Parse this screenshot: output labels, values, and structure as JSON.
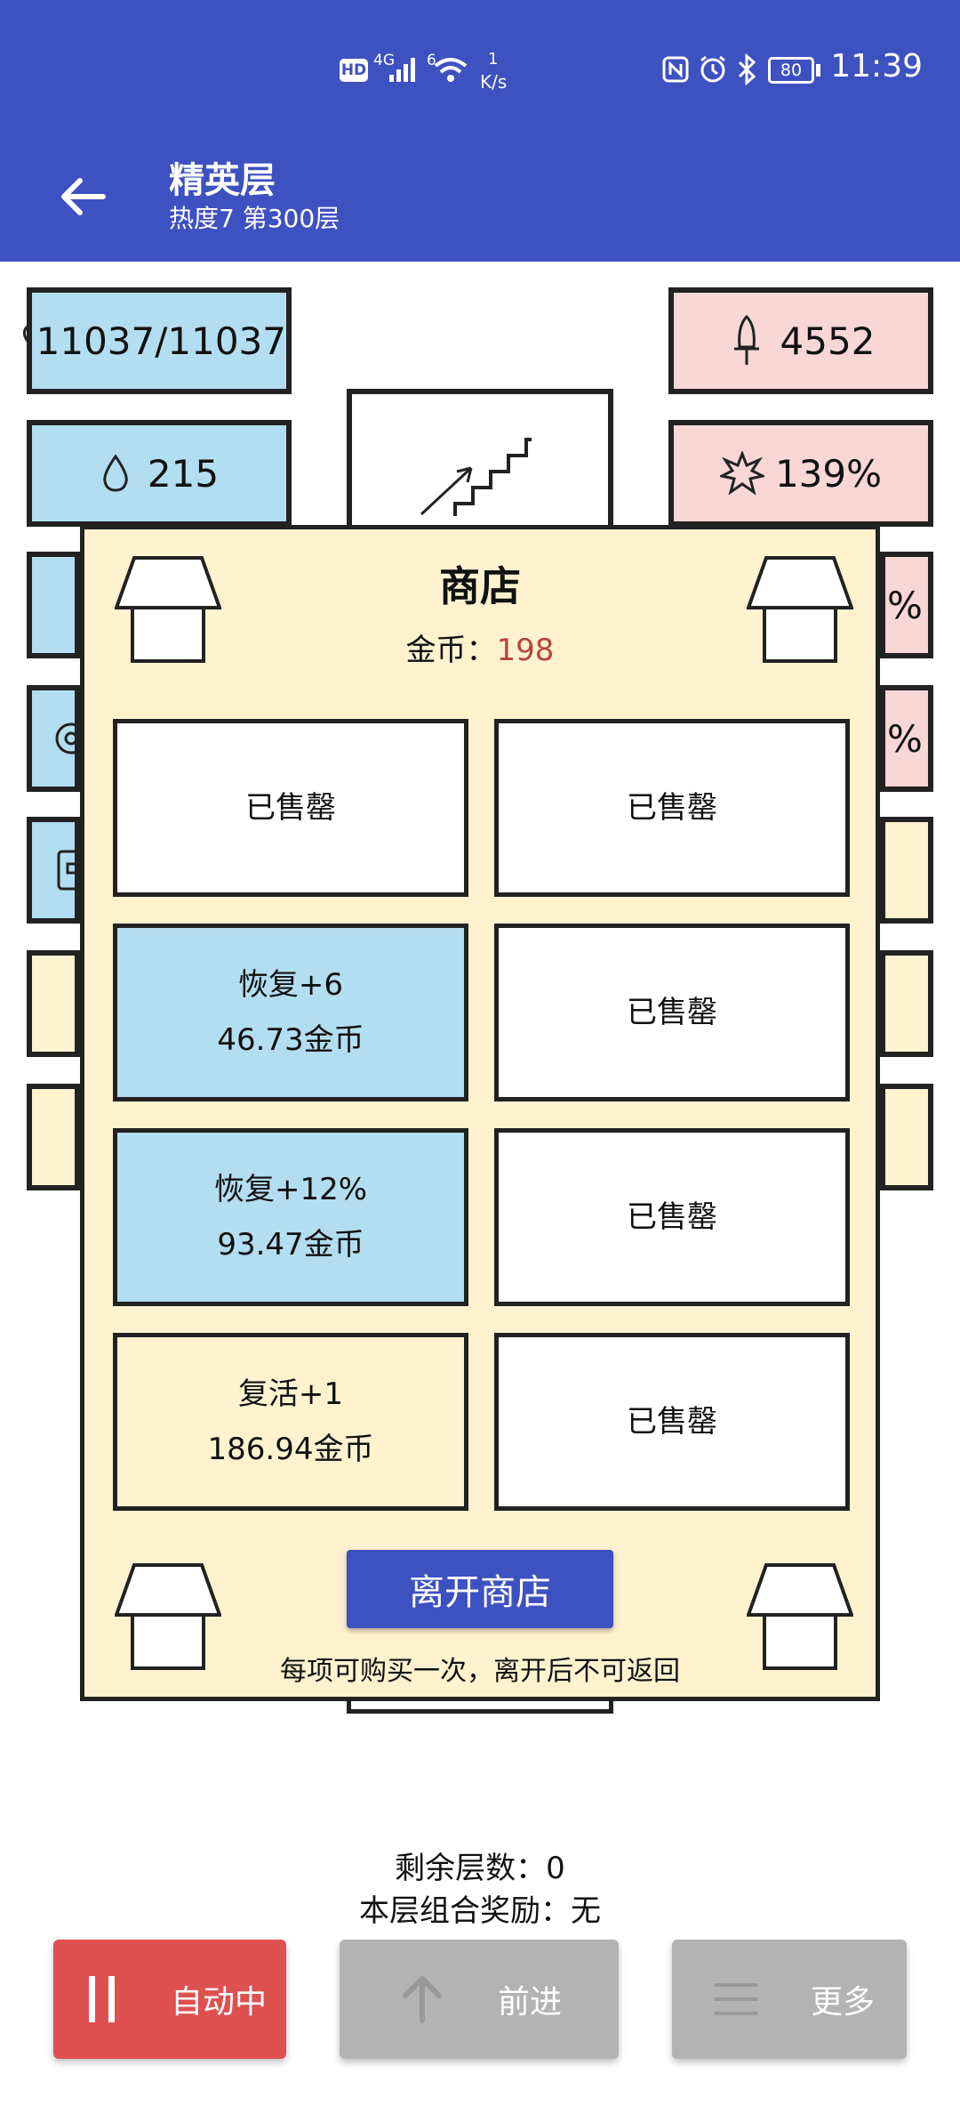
{
  "statusbar": {
    "time": "11:39",
    "net_hd": "HD",
    "net_4g": "4G",
    "net_6": "6",
    "speed_value": "1",
    "speed_unit": "K/s",
    "battery": "80"
  },
  "appbar": {
    "title": "精英层",
    "subtitle": "热度7 第300层"
  },
  "stats": {
    "hp": "11037/11037",
    "mana": "215",
    "attack": "4552",
    "crit": "139%",
    "right3_suffix": "%",
    "right4_suffix": "%"
  },
  "shop": {
    "title": "商店",
    "gold_label": "金币：",
    "gold_value": "198",
    "items": [
      {
        "line1": "已售罄",
        "line2": "",
        "state": "sold"
      },
      {
        "line1": "已售罄",
        "line2": "",
        "state": "sold"
      },
      {
        "line1": "恢复+6",
        "line2": "46.73金币",
        "state": "blue"
      },
      {
        "line1": "已售罄",
        "line2": "",
        "state": "sold"
      },
      {
        "line1": "恢复+12%",
        "line2": "93.47金币",
        "state": "blue"
      },
      {
        "line1": "已售罄",
        "line2": "",
        "state": "sold"
      },
      {
        "line1": "复活+1",
        "line2": "186.94金币",
        "state": "cream"
      },
      {
        "line1": "已售罄",
        "line2": "",
        "state": "sold"
      }
    ],
    "leave_label": "离开商店",
    "note": "每项可购买一次，离开后不可返回"
  },
  "footer": {
    "remaining_floors": "剩余层数：0",
    "combo_reward": "本层组合奖励：无"
  },
  "buttons": {
    "auto": "自动中",
    "forward": "前进",
    "more": "更多"
  },
  "colors": {
    "primary": "#3d51c1",
    "stat_blue": "#b3ddf0",
    "stat_pink": "#f8d7d5",
    "cream": "#fff2cf",
    "gold": "#b5473a",
    "auto_red": "#de5150",
    "disabled_gray": "#b3b3b3"
  }
}
